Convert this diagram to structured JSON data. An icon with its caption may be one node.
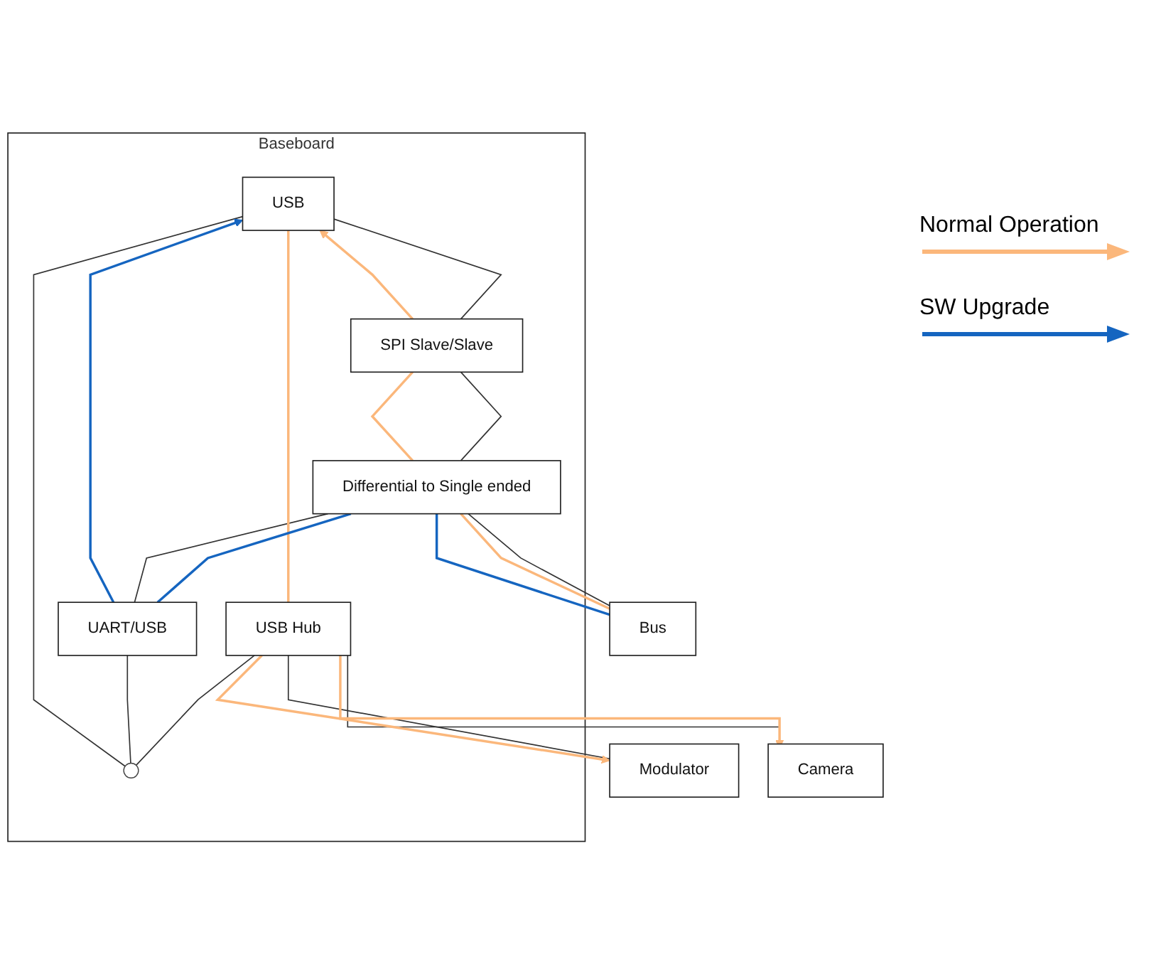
{
  "diagram": {
    "nodes": [
      {
        "text": [
          "Baseboard"
        ]
      },
      {
        "text": [
          "USB"
        ],
        "in": 0
      },
      {
        "text": [
          "SPI Slave/Slave"
        ],
        "in": 0
      },
      {
        "text": [],
        "shape": "switch",
        "in": 0
      },
      {
        "text": [
          "UART/USB"
        ],
        "in": 0
      },
      {
        "text": [
          "USB Hub"
        ],
        "in": 0
      },
      {
        "text": [
          "Differential to Single ended"
        ],
        "in": 0
      },
      {
        "text": [
          "Bus"
        ]
      },
      {
        "text": [
          "Modulator"
        ]
      },
      {
        "text": [
          "Camera"
        ]
      }
    ],
    "edges": [
      {
        "from": 5,
        "to": 3,
        "arrow": "none"
      },
      {
        "from": 4,
        "to": 3,
        "arrow": "none"
      },
      {
        "from": 3,
        "to": 1,
        "arrow": "none"
      },
      {
        "from": 1,
        "to": 2,
        "arrow": "none"
      },
      {
        "from": 2,
        "to": 6,
        "arrow": "none"
      },
      {
        "from": 4,
        "to": 6,
        "arrow": "none"
      },
      {
        "from": 6,
        "to": 7,
        "arrow": "none"
      },
      {
        "from": 5,
        "to": 8,
        "arrow": "none"
      },
      {
        "from": 5,
        "to": 9,
        "arrow": "none"
      },
      {
        "from": 1,
        "to": 5,
        "arrow": "none",
        "color": "#fbb77b"
      },
      {
        "from": 5,
        "to": 8,
        "arrow": "to",
        "color": "#fbb77b"
      },
      {
        "from": 5,
        "to": 9,
        "arrow": "to",
        "color": "#fbb77b"
      },
      {
        "from": 7,
        "to": 6,
        "arrow": "none",
        "color": "#fbb77b"
      },
      {
        "from": 6,
        "to": 2,
        "arrow": "none",
        "color": "#fbb77b"
      },
      {
        "from": 2,
        "to": 1,
        "arrow": "to",
        "color": "#fbb77b"
      },
      {
        "from": 7,
        "to": 6,
        "arrow": "none",
        "color": "#1565c0"
      },
      {
        "from": 6,
        "to": 4,
        "arrow": "none",
        "color": "#1565c0"
      },
      {
        "from": 4,
        "to": 1,
        "arrow": "to",
        "color": "#1565c0"
      }
    ],
    "legend": [
      {
        "text": "Normal Operation"
      },
      {
        "text": "SW Upgrade"
      }
    ]
  }
}
